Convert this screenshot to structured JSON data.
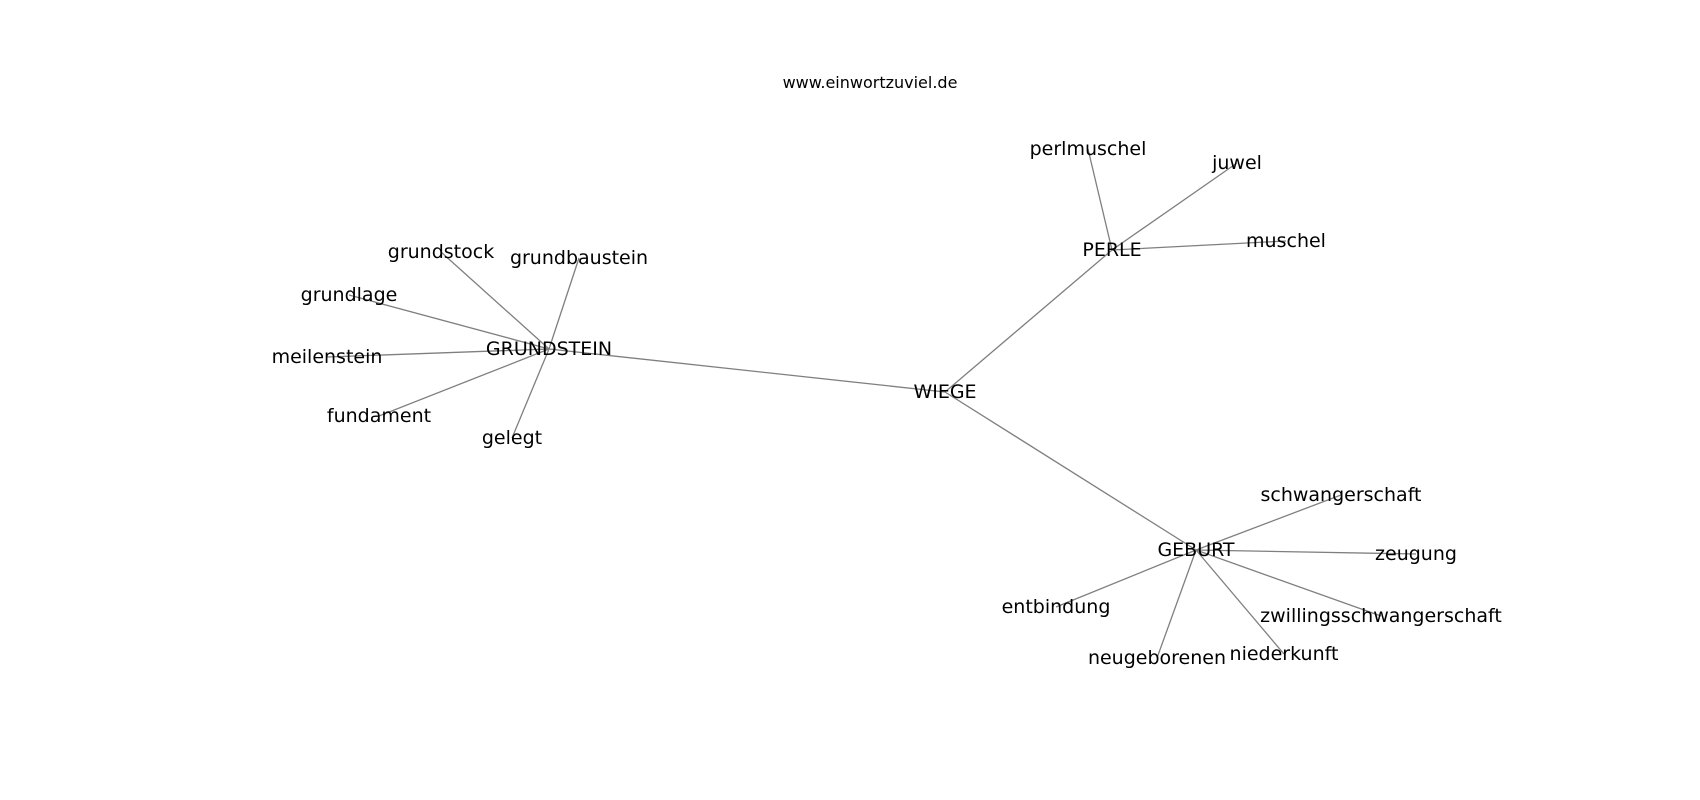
{
  "watermark": "www.einwortzuviel.de",
  "edge_color": "#7f7f7f",
  "text_color": "#000000",
  "nodes": [
    {
      "id": "wiege",
      "label": "WIEGE"
    },
    {
      "id": "grundstein",
      "label": "GRUNDSTEIN"
    },
    {
      "id": "perle",
      "label": "PERLE"
    },
    {
      "id": "geburt",
      "label": "GEBURT"
    },
    {
      "id": "grundstock",
      "label": "grundstock"
    },
    {
      "id": "grundbaustein",
      "label": "grundbaustein"
    },
    {
      "id": "grundlage",
      "label": "grundlage"
    },
    {
      "id": "meilenstein",
      "label": "meilenstein"
    },
    {
      "id": "fundament",
      "label": "fundament"
    },
    {
      "id": "gelegt",
      "label": "gelegt"
    },
    {
      "id": "perlmuschel",
      "label": "perlmuschel"
    },
    {
      "id": "juwel",
      "label": "juwel"
    },
    {
      "id": "muschel",
      "label": "muschel"
    },
    {
      "id": "schwangerschaft",
      "label": "schwangerschaft"
    },
    {
      "id": "zeugung",
      "label": "zeugung"
    },
    {
      "id": "zwillingsschwangerschaft",
      "label": "zwillingsschwangerschaft"
    },
    {
      "id": "niederkunft",
      "label": "niederkunft"
    },
    {
      "id": "neugeborenen",
      "label": "neugeborenen"
    },
    {
      "id": "entbindung",
      "label": "entbindung"
    }
  ],
  "edges": [
    [
      "wiege",
      "grundstein"
    ],
    [
      "wiege",
      "perle"
    ],
    [
      "wiege",
      "geburt"
    ],
    [
      "grundstein",
      "grundstock"
    ],
    [
      "grundstein",
      "grundbaustein"
    ],
    [
      "grundstein",
      "grundlage"
    ],
    [
      "grundstein",
      "meilenstein"
    ],
    [
      "grundstein",
      "fundament"
    ],
    [
      "grundstein",
      "gelegt"
    ],
    [
      "perle",
      "perlmuschel"
    ],
    [
      "perle",
      "juwel"
    ],
    [
      "perle",
      "muschel"
    ],
    [
      "geburt",
      "schwangerschaft"
    ],
    [
      "geburt",
      "zeugung"
    ],
    [
      "geburt",
      "zwillingsschwangerschaft"
    ],
    [
      "geburt",
      "niederkunft"
    ],
    [
      "geburt",
      "neugeborenen"
    ],
    [
      "geburt",
      "entbindung"
    ]
  ]
}
